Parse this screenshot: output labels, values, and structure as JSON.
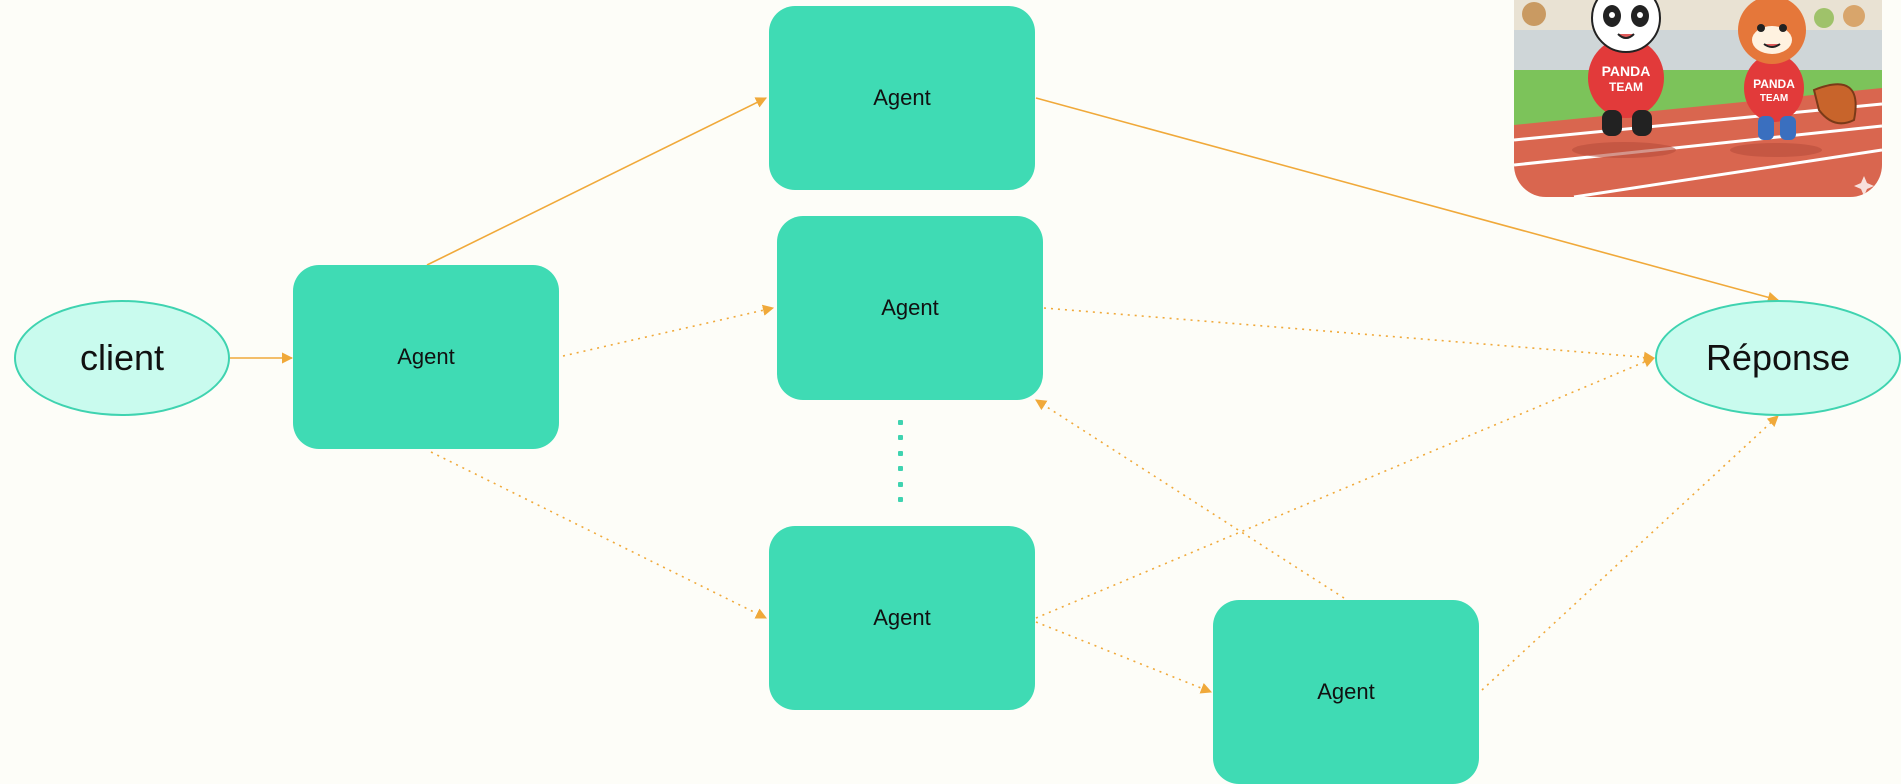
{
  "nodes": {
    "client": {
      "label": "client"
    },
    "agent_entry": {
      "label": "Agent"
    },
    "agent_top": {
      "label": "Agent"
    },
    "agent_middle": {
      "label": "Agent"
    },
    "agent_lower": {
      "label": "Agent"
    },
    "agent_bottom_right": {
      "label": "Agent"
    },
    "response": {
      "label": "Réponse"
    }
  },
  "mascot": {
    "shirt_text_line1": "PANDA",
    "shirt_text_line2": "TEAM"
  },
  "colors": {
    "background": "#fdfdf8",
    "agent_fill": "#3fdbb4",
    "ellipse_fill": "#c9fbee",
    "ellipse_stroke": "#3fd3b0",
    "edge": "#f0a93a"
  }
}
